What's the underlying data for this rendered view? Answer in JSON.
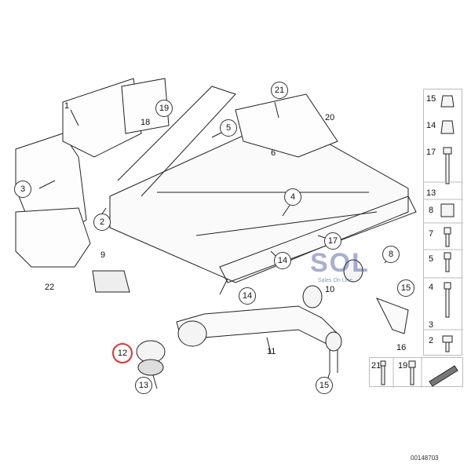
{
  "callouts": {
    "c1": "1",
    "c2": "2",
    "c3": "3",
    "c4": "4",
    "c5": "5",
    "c6": "6",
    "c8": "8",
    "c9": "9",
    "c10": "10",
    "c11": "11",
    "c12": "12",
    "c13": "13",
    "c14a": "14",
    "c14b": "14",
    "c15a": "15",
    "c15b": "15",
    "c16": "16",
    "c17": "17",
    "c18": "18",
    "c19": "19",
    "c20": "20",
    "c21": "21",
    "c22": "22"
  },
  "parts_panel": {
    "items": [
      "15",
      "14",
      "17",
      "13",
      "8",
      "7",
      "5",
      "4",
      "3",
      "2"
    ],
    "bottom_items": [
      "21",
      "19"
    ]
  },
  "watermark": {
    "logo": "SOL",
    "tagline": "Sales On Line"
  },
  "diagram_code": "00148703",
  "highlight_color": "#dd3333"
}
